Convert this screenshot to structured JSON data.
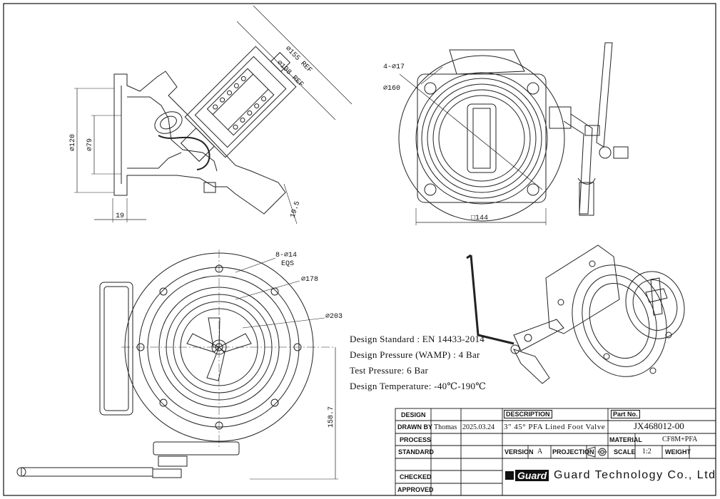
{
  "dimensions": {
    "view1": {
      "d155": "⌀155 REF",
      "d108": "⌀108 REF",
      "d120": "⌀120",
      "d79": "⌀79",
      "len19": "19",
      "len19_5": "19.5"
    },
    "view2": {
      "holes": "4-⌀17",
      "d160": "⌀160",
      "sq144": "□144"
    },
    "view3": {
      "holes": "8-⌀14",
      "eqs": "EQS",
      "d178": "⌀178",
      "d203": "⌀203",
      "h158": "158.7"
    }
  },
  "notes": [
    "Design Standard : EN 14433-2014",
    "Design Pressure (WAMP) : 4 Bar",
    "Test Pressure: 6 Bar",
    "Design Temperature: -40℃-190℃"
  ],
  "title_block": {
    "design_label": "DESIGN",
    "drawn_by_label": "DRAWN BY",
    "drawn_by": "Thomas",
    "date": "2025.03.24",
    "process_label": "PROCESS",
    "standard_label": "STANDARD",
    "checked_label": "CHECKED",
    "approved_label": "APPROVED",
    "description_label": "DESCRIPTION",
    "description": "3\" 45° PFA Lined Foot Valve",
    "part_no_label": "Part No.",
    "part_no": "JX468012-00",
    "material_label": "MATERIAL",
    "material": "CF8M+PFA",
    "version_label": "VERSION",
    "version": "A",
    "projection_label": "PROJECTION",
    "scale_label": "SCALE",
    "scale": "1:2",
    "weight_label": "WEIGHT",
    "logo_text": "Guard",
    "company": "Guard Technology Co., Ltd"
  }
}
